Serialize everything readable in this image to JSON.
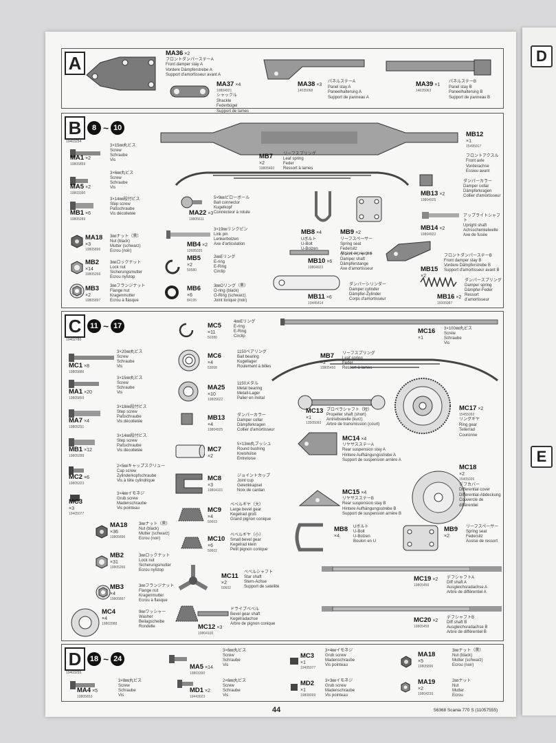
{
  "page": {
    "number": "44",
    "title": "56368 Scania 770 S (11057555)"
  },
  "next_page": {
    "letter_d": "D",
    "letter_e": "E"
  },
  "sections": {
    "A": {
      "letter": "A",
      "parts": {
        "ma36": {
          "code": "MA36",
          "qty": "×2",
          "desc": "フロントダンパーステーA\nFront damper stay A\nVordere Dämpferstrebe A\nSupport d'amortisseur avant A"
        },
        "ma37": {
          "code": "MA37",
          "qty": "×4",
          "num": "19804921",
          "desc": "シャックル\nShackle\nFederbügel\nSupport de lames"
        },
        "ma38": {
          "code": "MA38",
          "qty": "×3",
          "num": "14035068",
          "desc": "パネルステーA\nPanel stay A\nPaneelhalterung A\nSupport de panneau A"
        },
        "ma39": {
          "code": "MA39",
          "qty": "×1",
          "num": "14035063",
          "desc": "パネルステーB\nPanel stay B\nPaneelhalterung B\nSupport de panneau B"
        }
      }
    },
    "B": {
      "letter": "B",
      "step_from": "8",
      "step_to": "10",
      "bag": "19403254",
      "parts": {
        "mb12": {
          "code": "MB12",
          "qty": "×1",
          "num": "15495017",
          "desc": "フロントアクスル\nFront axle\nVorderachse\nEssieu avant"
        },
        "ma1": {
          "code": "MA1",
          "qty": "×2",
          "num": "19805859",
          "desc": "3×15㎜丸ビス\nScrew\nSchraube\nVis"
        },
        "mb7": {
          "code": "MB7",
          "qty": "×2",
          "num": "19805460",
          "desc": "リーフスプリング\nLeaf spring\nFeder\nRessort à lames"
        },
        "ma5": {
          "code": "MA5",
          "qty": "×2",
          "num": "19803390",
          "desc": "3×6㎜丸ビス\nScrew\nSchraube\nVis"
        },
        "mb13": {
          "code": "MB13",
          "qty": "×2",
          "num": "19804925",
          "desc": "ダンパーカラー\nDamper collar\nDämpferkragen\nCollier d'amortisseur"
        },
        "mb1": {
          "code": "MB1",
          "qty": "×6",
          "num": "19805289",
          "desc": "3×14㎜段付ビス\nStep screw\nPaßschraube\nVis décolletée"
        },
        "ma22": {
          "code": "MA22",
          "qty": "×3",
          "num": "19805611",
          "desc": "5×9㎜ピローボール\nBall connector\nKugelkopf\nConnecteur à rotule"
        },
        "mb8": {
          "code": "MB8",
          "qty": "×4",
          "desc": "Uボルト\nU-Bolt\nU-Bolzen\nBoulon en U"
        },
        "mb9": {
          "code": "MB9",
          "qty": "×2",
          "desc": "リーフスペーサー\nSpring seat\nFedersitz\nAssise de ressort"
        },
        "mb14": {
          "code": "MB14",
          "qty": "×2",
          "num": "19804922",
          "desc": "アップライトシャフト\nUpright shaft\nAchsschenkelwelle\nAxe de fusée"
        },
        "ma18": {
          "code": "MA18",
          "qty": "×3",
          "num": "19805896",
          "desc": "3㎜ナット（黒）\nNut (black)\nMutter (schwarz)\nEcrou (noir)"
        },
        "mb4": {
          "code": "MB4",
          "qty": "×2",
          "num": "12685035",
          "desc": "3×19㎜リンクピン\nLink pin\nLenkerbolzen\nAxe d'articulation"
        },
        "mb10": {
          "code": "MB10",
          "qty": "×6",
          "num": "19804923",
          "desc": "ダンパーシャフト\nDamper shaft\nDämpferstange\nAxe d'amortisseur"
        },
        "mb15": {
          "code": "MB15",
          "qty": "×2",
          "desc": "フロントダンパーステーB\nFront damper stay B\nVordere Dämpferstrebe B\nSupport d'amortisseur avant B"
        },
        "mb2": {
          "code": "MB2",
          "qty": "×14",
          "num": "19805266",
          "desc": "3㎜ロックナット\nLock nut\nSicherungsmutter\nEcrou nylstop"
        },
        "mb5": {
          "code": "MB5",
          "qty": "×2",
          "num": "50580",
          "desc": "2㎜Eリング\nE-ring\nE-Ring\nCirclip"
        },
        "mb3": {
          "code": "MB3",
          "qty": "×2",
          "num": "19805897",
          "desc": "3㎜フランジナット\nFlange nut\nKragenmutter\nEcrou à flasque"
        },
        "mb6": {
          "code": "MB6",
          "qty": "×6",
          "num": "84195",
          "desc": "3㎜Oリング（黒）\nO-ring (black)\nO-Ring (schwarz)\nJoint torique (noir)"
        },
        "mb11": {
          "code": "MB11",
          "qty": "×6",
          "num": "10445414",
          "desc": "ダンパーシリンダー\nDamper cylinder\nDämpfer-Zylinder\nCorps d'amortisseur"
        },
        "mb16": {
          "code": "MB16",
          "qty": "×2",
          "num": "15005087",
          "desc": "ダンパースプリング\nDamper spring\nDämpfer-Feder\nRessort d'amortisseur"
        }
      }
    },
    "C": {
      "letter": "C",
      "step_from": "11",
      "step_to": "17",
      "bag": "19402780",
      "parts": {
        "mc5": {
          "code": "MC5",
          "qty": "×11",
          "num": "50380",
          "desc": "4㎜Eリング\nE-ring\nE-Ring\nCirclip"
        },
        "mc16": {
          "code": "MC16",
          "qty": "×1",
          "desc": "3×100㎜丸ビス\nScrew\nSchraube\nVis"
        },
        "mc1": {
          "code": "MC1",
          "qty": "×8",
          "num": "19805886",
          "desc": "3×20㎜丸ビス\nScrew\nSchraube\nVis"
        },
        "mc6": {
          "code": "MC6",
          "qty": "×4",
          "num": "53008",
          "desc": "1150ベアリング\nBall bearing\nKugellager\nRoulement à billes"
        },
        "mb7": {
          "code": "MB7",
          "qty": "×2",
          "num": "19805460",
          "desc": "リーフスプリング\nLeaf spring\nFeder\nRessort à lames"
        },
        "ma1": {
          "code": "MA1",
          "qty": "×20",
          "num": "19805859",
          "desc": "3×15㎜丸ビス\nScrew\nSchraube\nVis"
        },
        "ma25": {
          "code": "MA25",
          "qty": "×10",
          "num": "19805622",
          "desc": "1150メタル\nMetal bearing\nMetall-Lager\nPalier en métal"
        },
        "mc17": {
          "code": "MC17",
          "qty": "×2",
          "num": "15455092",
          "desc": "リングギヤ\nRing gear\nTellerrad\nCouronne"
        },
        "ma7": {
          "code": "MA7",
          "qty": "×4",
          "num": "19805291",
          "desc": "3×18㎜段付ビス\nStep screw\nPaßschraube\nVis décolletée"
        },
        "mb13": {
          "code": "MB13",
          "qty": "×4",
          "num": "19804925",
          "desc": "ダンパーカラー\nDamper collar\nDämpferkragen\nCollier d'amortisseur"
        },
        "mc13": {
          "code": "MC13",
          "qty": "×1",
          "num": "13505093",
          "desc": "プロペラシャフト（短）\nPropeller shaft (short)\nAntriebswelle (kurz)\nArbre de transmission (court)"
        },
        "mb1": {
          "code": "MB1",
          "qty": "×12",
          "num": "19805289",
          "desc": "3×14㎜段付ビス\nStep screw\nPaßschraube\nVis décolletée"
        },
        "mc7": {
          "code": "MC7",
          "qty": "×2",
          "desc": "5×13㎜丸ブッシュ\nRound bushing\nKreishülse\nEntretoise"
        },
        "mc14": {
          "code": "MC14",
          "qty": "×4",
          "desc": "リヤサスステーA\nRear suspension stay A\nHintere Aufhängungsstrebe A\nSupport de suspension arrière A"
        },
        "mc2": {
          "code": "MC2",
          "qty": "×6",
          "num": "19805223",
          "desc": "2×5㎜キャップスクリュー\nCap screw\nZylinderkopfschraube\nVis à tête cylindrique"
        },
        "mc8": {
          "code": "MC8",
          "qty": "×3",
          "num": "19804101",
          "desc": "ジョイントカップ\nJoint cup\nGelenkkapsel\nNoix de cardan"
        },
        "mc18": {
          "code": "MC18",
          "qty": "×2",
          "num": "15405026",
          "desc": "デフカバー\nDifferential cover\nDifferential-Abdeckung\nCouvercle de différentiel"
        },
        "mc3": {
          "code": "MC3",
          "qty": "×3",
          "num": "19405077",
          "desc": "3×4㎜イモネジ\nGrub screw\nMadenschraube\nVis pointeau"
        },
        "mc15": {
          "code": "MC15",
          "qty": "×4",
          "desc": "リヤサスステーB\nRear suspension stay B\nHintere Aufhängungsstrebe B\nSupport de suspension arrière B"
        },
        "mc9": {
          "code": "MC9",
          "qty": "×4",
          "num": "50603",
          "desc": "ベベルギヤ（大）\nLarge bevel gear\nKegelrad groß\nGrand pignon conique"
        },
        "ma18": {
          "code": "MA18",
          "qty": "×36",
          "num": "19805896",
          "desc": "3㎜ナット（黒）\nNut (black)\nMutter (schwarz)\nEcrou (noir)"
        },
        "mc10": {
          "code": "MC10",
          "qty": "×6",
          "num": "50602",
          "desc": "ベベルギヤ（小）\nSmall bevel gear\nKegelrad klein\nPetit pignon conique"
        },
        "mb8": {
          "code": "MB8",
          "qty": "×4",
          "desc": "Uボルト\nU-Bolt\nU-Bolzen\nBoulon en U"
        },
        "mb9": {
          "code": "MB9",
          "qty": "×2",
          "desc": "リーフスペーサー\nSpring seat\nFedersitz\nAssise de ressort"
        },
        "mb2": {
          "code": "MB2",
          "qty": "×31",
          "num": "19805266",
          "desc": "3㎜ロックナット\nLock nut\nSicherungsmutter\nEcrou nylstop"
        },
        "mc11": {
          "code": "MC11",
          "qty": "×2",
          "num": "50602",
          "desc": "ベベルシャフト\nStar shaft\nStern-Achse\nSupport de satellite"
        },
        "mc19": {
          "code": "MC19",
          "qty": "×2",
          "num": "19805459",
          "desc": "デフシャフトA\nDiff shaft A\nAusgleichsradachse A\nArbre de différentiel A"
        },
        "mb3": {
          "code": "MB3",
          "qty": "×4",
          "num": "19805897",
          "desc": "3㎜フランジナット\nFlange nut\nKragenmutter\nEcrou à flasque"
        },
        "mc4": {
          "code": "MC4",
          "qty": "×4",
          "num": "19802088",
          "desc": "9㎜ワッシャー\nWasher\nBeilagscheibe\nRondelle"
        },
        "mc12": {
          "code": "MC12",
          "qty": "×3",
          "num": "19804100",
          "desc": "ドライブベベル\nBevel gear shaft\nKegelradachse\nArbre de pignon conique"
        },
        "mc20": {
          "code": "MC20",
          "qty": "×2",
          "num": "19805458",
          "desc": "デフシャフトB\nDiff shaft B\nAusgleichsradachse B\nArbre de différentiel B"
        }
      }
    },
    "D": {
      "letter": "D",
      "step_from": "18",
      "step_to": "24",
      "bag": "19403255",
      "parts": {
        "ma5": {
          "code": "MA5",
          "qty": "×14",
          "num": "19803390",
          "desc": "3×6㎜丸ビス\nScrew\nSchraube\nVis"
        },
        "mc3": {
          "code": "MC3",
          "qty": "×1",
          "num": "19405077",
          "desc": "3×4㎜イモネジ\nGrub screw\nMadenschraube\nVis pointeau"
        },
        "ma18": {
          "code": "MA18",
          "qty": "×5",
          "num": "19805896",
          "desc": "3㎜ナット（黒）\nNut (black)\nMutter (schwarz)\nEcrou (noir)"
        },
        "ma4": {
          "code": "MA4",
          "qty": "×5",
          "num": "19805853",
          "desc": "3×8㎜丸ビス\nScrew\nSchraube\nVis"
        },
        "md1": {
          "code": "MD1",
          "qty": "×2",
          "num": "19443023",
          "desc": "2×6㎜丸ビス\nScrew\nSchraube\nVis"
        },
        "md2": {
          "code": "MD2",
          "qty": "×1",
          "num": "19808099",
          "desc": "3×3㎜イモネジ\nGrub screw\nMadenschraube\nVis pointeau"
        },
        "ma19": {
          "code": "MA19",
          "qty": "×2",
          "num": "19804230",
          "desc": "2㎜ナット\nNut\nMutter\nEcrou"
        }
      }
    }
  }
}
